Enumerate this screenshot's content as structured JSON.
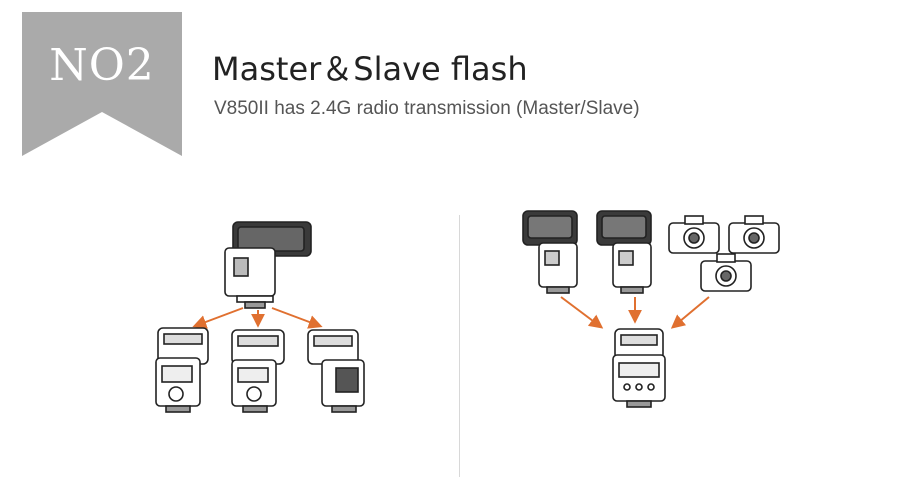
{
  "badge": {
    "text": "NO2",
    "color": "#aaaaaa"
  },
  "header": {
    "title": "Master＆Slave flash",
    "subtitle": "V850II has 2.4G radio transmission (Master/Slave)"
  },
  "colors": {
    "arrow": "#e07030",
    "line": "#222222",
    "divider": "#d8d8d8"
  },
  "icons": {
    "left": [
      "master-flash-icon",
      "slave-flash-icon",
      "slave-flash-icon",
      "slave-flash-icon"
    ],
    "right": [
      "master-flash-icon",
      "master-flash-icon",
      "camera-icon",
      "camera-icon",
      "camera-icon",
      "slave-flash-icon"
    ]
  }
}
